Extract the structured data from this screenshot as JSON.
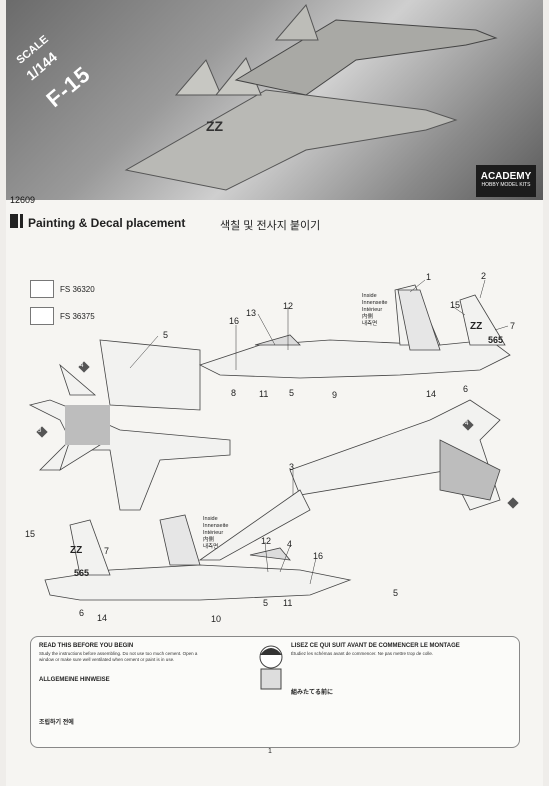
{
  "header": {
    "scale": "1/144",
    "scale_prefix": "SCALE",
    "model": "F-15",
    "catalog_no": "12609",
    "brand": "ACADEMY",
    "brand_sub": "HOBBY MODEL KITS"
  },
  "section": {
    "title": "Painting & Decal placement",
    "title_kr": "색칠 및 전사지 붙이기"
  },
  "colors": [
    {
      "code": "FS 36320",
      "hex": "#ffffff"
    },
    {
      "code": "FS 36375",
      "hex": "#ffffff"
    }
  ],
  "inside_note": "Inside\nInnenseite\nIntérieur\n内側\n내측면",
  "callouts": {
    "top_side": [
      "1",
      "2",
      "15",
      "7",
      "16",
      "13",
      "12",
      "8",
      "11",
      "5",
      "9",
      "14",
      "6"
    ],
    "top_view": [
      "5",
      "4",
      "3"
    ],
    "under_view": [
      "3",
      "4",
      "5"
    ],
    "bottom_side": [
      "15",
      "7",
      "6",
      "14",
      "10",
      "12",
      "4",
      "16",
      "5",
      "11"
    ]
  },
  "tail_codes": {
    "letters": "ZZ",
    "serial": "565"
  },
  "instructions": {
    "en_head": "READ THIS BEFORE YOU BEGIN",
    "de_head": "ALLGEMEINE HINWEISE",
    "kr_head": "조립하기 전에",
    "fr_head": "LISEZ CE QUI SUIT AVANT DE COMMENCER LE MONTAGE",
    "jp_head": "組みたてる前に",
    "en_text": "Study the instructions before assembling. Do not use too much cement. Open a window or make sure well ventilated when cement or paint is in use.",
    "fr_text": "Étudiez les schémas avant de commencer. Ne pas mettre trop de colle.",
    "page": "1"
  }
}
